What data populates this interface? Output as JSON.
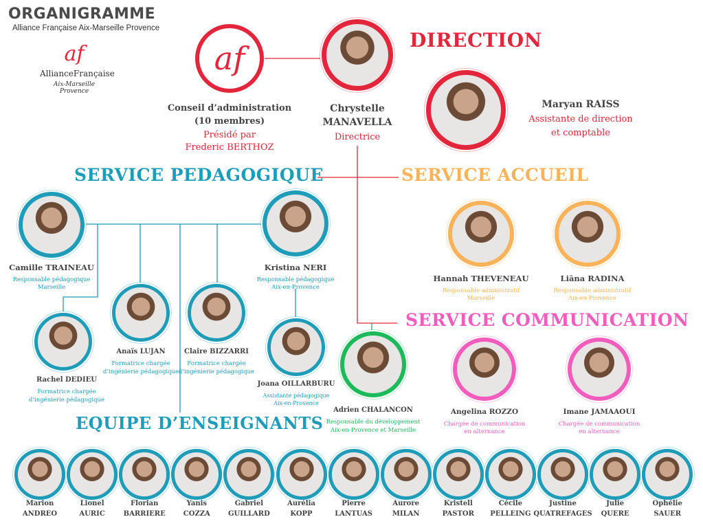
{
  "header": {
    "title": "ORGANIGRAMME",
    "subtitle": "Alliance Française Aix-Marseille Provence"
  },
  "logo": {
    "mark": "af",
    "name": "AllianceFrançaise",
    "city": "Aix-Marseille Provence"
  },
  "colors": {
    "direction": "#e3263b",
    "pedagogique": "#1e9cb8",
    "accueil": "#fbb35a",
    "communication": "#f25dbd",
    "developpement": "#1cba5a",
    "text": "#444444"
  },
  "sections": {
    "direction": "DIRECTION",
    "pedagogique": "SERVICE PEDAGOGIQUE",
    "accueil": "SERVICE ACCUEIL",
    "communication": "SERVICE COMMUNICATION",
    "enseignants": "EQUIPE D’ENSEIGNANTS"
  },
  "conseil": {
    "name1": "Conseil d’administration",
    "name2": "(10 membres)",
    "role1": "Présidé par",
    "role2": "Frederic BERTHOZ"
  },
  "people": [
    {
      "id": "chrystelle",
      "name1": "Chrystelle",
      "name2": "MANAVELLA",
      "role1": "Directrice",
      "role2": "",
      "color": "direction"
    },
    {
      "id": "maryan",
      "name1": "Maryan RAISS",
      "name2": "",
      "role1": "Assistante de direction",
      "role2": "et comptable",
      "color": "direction"
    },
    {
      "id": "camille",
      "name1": "Camille TRAINEAU",
      "name2": "",
      "role1": "Responsable pédagogique",
      "role2": "Marseille",
      "color": "pedagogique"
    },
    {
      "id": "kristina",
      "name1": "Kristina NERI",
      "name2": "",
      "role1": "Responsable pédagogique",
      "role2": "Aix-en-Provence",
      "color": "pedagogique"
    },
    {
      "id": "anais",
      "name1": "Anaïs LUJAN",
      "name2": "",
      "role1": "Formatrice chargée",
      "role2": "d’ingénierie pédagogique",
      "color": "pedagogique"
    },
    {
      "id": "claire",
      "name1": "Claire BIZZARRI",
      "name2": "",
      "role1": "Formatrice chargée",
      "role2": "d’ingénierie pédagogique",
      "color": "pedagogique"
    },
    {
      "id": "rachel",
      "name1": "Rachel DEDIEU",
      "name2": "",
      "role1": "Formatrice chargée",
      "role2": "d’ingénierie pédagogique",
      "color": "pedagogique"
    },
    {
      "id": "joana",
      "name1": "Joana OILLARBURU",
      "name2": "",
      "role1": "Assistante  pédagogique",
      "role2": "Aix-en-Provence",
      "color": "pedagogique"
    },
    {
      "id": "hannah",
      "name1": "Hannah THEVENEAU",
      "name2": "",
      "role1": "Responsable administratif",
      "role2": "Marseille",
      "color": "accueil"
    },
    {
      "id": "liana",
      "name1": "Liāna RADINA",
      "name2": "",
      "role1": "Responsable administratif",
      "role2": "Aix-en-Provence",
      "color": "accueil"
    },
    {
      "id": "adrien",
      "name1": "Adrien CHALANCON",
      "name2": "",
      "role1": "Responsable du développement",
      "role2": "Aix-en-Provence et Marseille",
      "color": "developpement"
    },
    {
      "id": "angelina",
      "name1": "Angelina ROZZO",
      "name2": "",
      "role1": "Chargée de communication",
      "role2": "en alternance",
      "color": "communication"
    },
    {
      "id": "imane",
      "name1": "Imane JAMAAOUI",
      "name2": "",
      "role1": "Chargée de communication",
      "role2": "en alternance",
      "color": "communication"
    }
  ],
  "teachers": [
    {
      "first": "Marion",
      "last": "ANDREO"
    },
    {
      "first": "Lionel",
      "last": "AURIC"
    },
    {
      "first": "Florian",
      "last": "BARRIERE"
    },
    {
      "first": "Yanis",
      "last": "COZZA"
    },
    {
      "first": "Gabriel",
      "last": "GUILLARD"
    },
    {
      "first": "Aurélia",
      "last": "KOPP"
    },
    {
      "first": "Pierre",
      "last": "LANTUAS"
    },
    {
      "first": "Aurore",
      "last": "MILAN"
    },
    {
      "first": "Kristell",
      "last": "PASTOR"
    },
    {
      "first": "Cécile",
      "last": "PELLEING"
    },
    {
      "first": "Justine",
      "last": "QUATREFAGES"
    },
    {
      "first": "Julie",
      "last": "QUERE"
    },
    {
      "first": "Ophélie",
      "last": "SAUER"
    }
  ]
}
